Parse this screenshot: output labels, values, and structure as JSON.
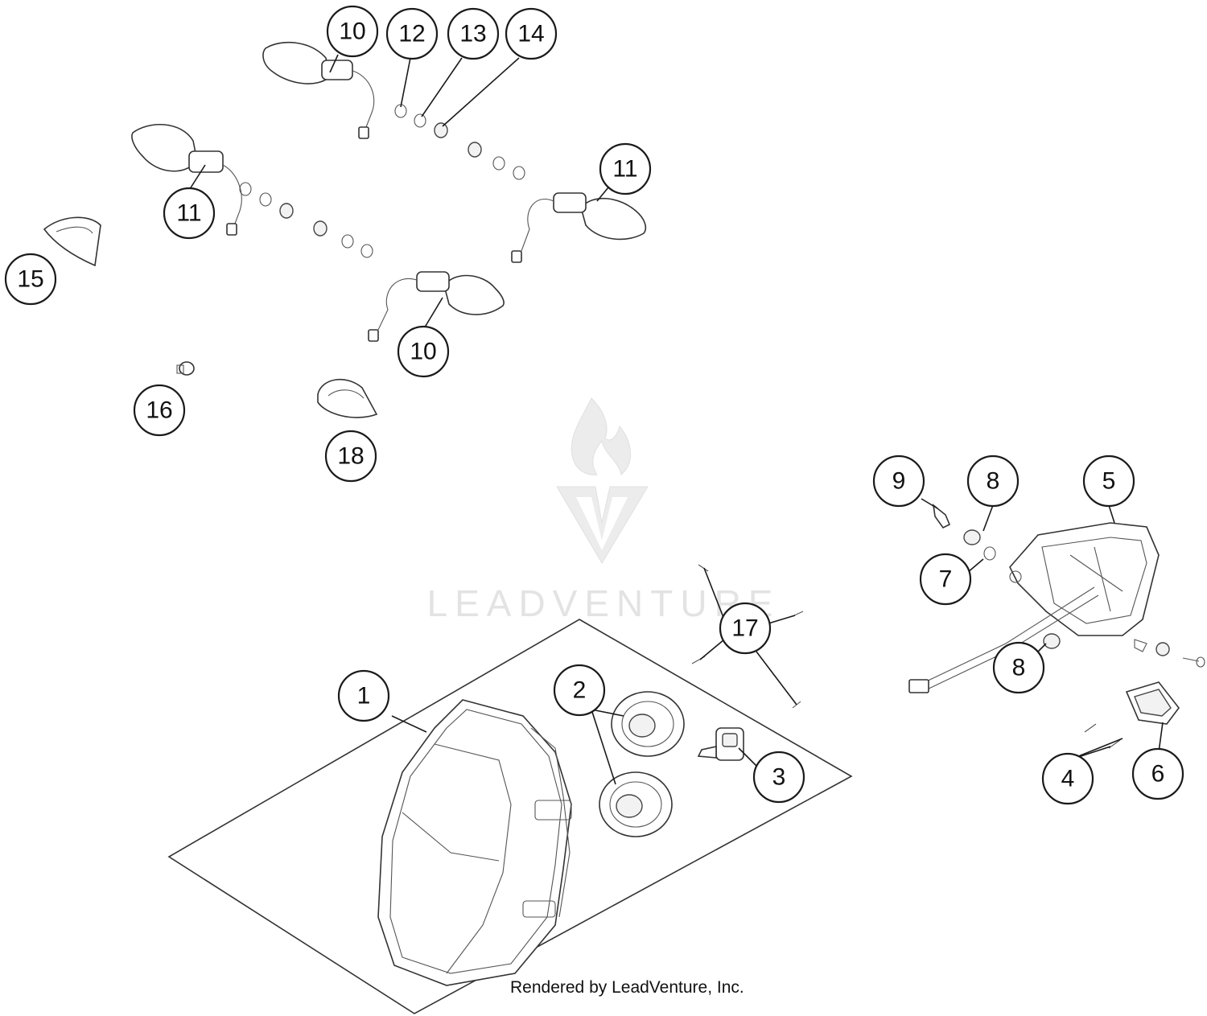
{
  "watermark": {
    "brand": "LEADVENTURE"
  },
  "footer": {
    "credit": "Rendered by LeadVenture, Inc."
  },
  "callouts": [
    {
      "id": "c1",
      "label": "1"
    },
    {
      "id": "c2",
      "label": "2"
    },
    {
      "id": "c3",
      "label": "3"
    },
    {
      "id": "c4",
      "label": "4"
    },
    {
      "id": "c5",
      "label": "5"
    },
    {
      "id": "c6",
      "label": "6"
    },
    {
      "id": "c7",
      "label": "7"
    },
    {
      "id": "c8a",
      "label": "8"
    },
    {
      "id": "c8b",
      "label": "8"
    },
    {
      "id": "c9",
      "label": "9"
    },
    {
      "id": "c10a",
      "label": "10"
    },
    {
      "id": "c10b",
      "label": "10"
    },
    {
      "id": "c11a",
      "label": "11"
    },
    {
      "id": "c11b",
      "label": "11"
    },
    {
      "id": "c12",
      "label": "12"
    },
    {
      "id": "c13",
      "label": "13"
    },
    {
      "id": "c14",
      "label": "14"
    },
    {
      "id": "c15",
      "label": "15"
    },
    {
      "id": "c16",
      "label": "16"
    },
    {
      "id": "c17",
      "label": "17"
    },
    {
      "id": "c18",
      "label": "18"
    }
  ]
}
